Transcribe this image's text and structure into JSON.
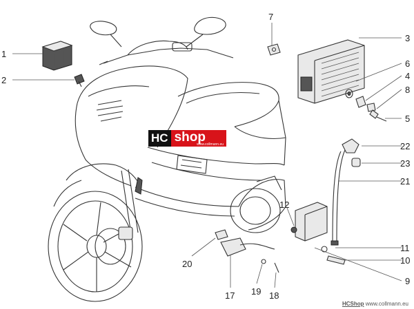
{
  "logo": {
    "hc": "HC",
    "shop": "shop",
    "url": "www.collmann.eu"
  },
  "credit": {
    "shop": "HCShop",
    "url": "www.collmann.eu"
  },
  "callouts": [
    "1",
    "2",
    "3",
    "4",
    "5",
    "6",
    "7",
    "8",
    "9",
    "10",
    "11",
    "12",
    "17",
    "18",
    "19",
    "20",
    "21",
    "22",
    "23"
  ]
}
